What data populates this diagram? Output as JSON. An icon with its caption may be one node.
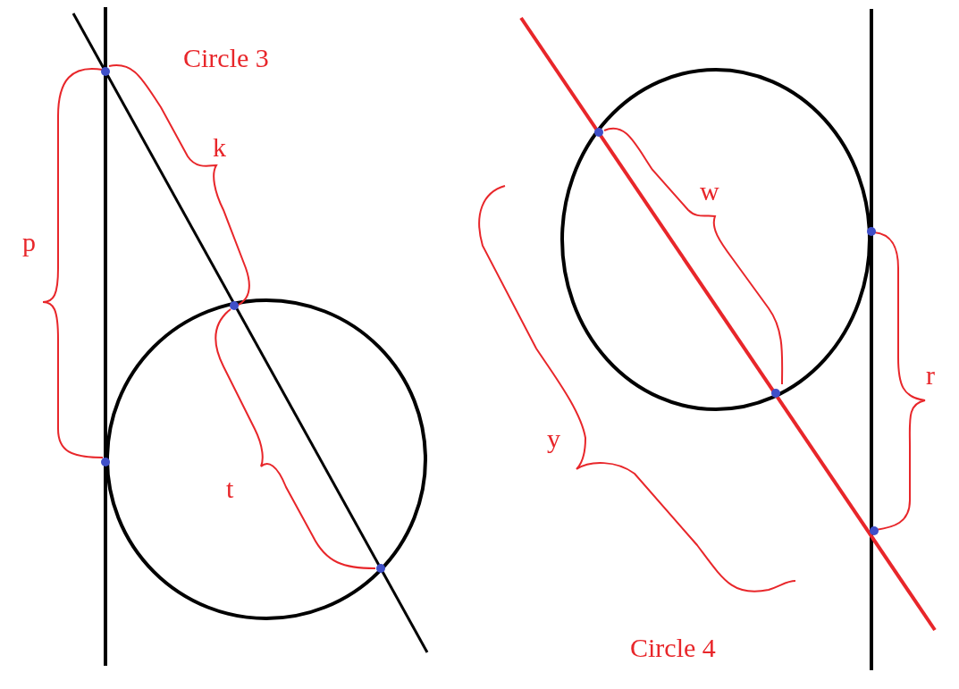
{
  "diagram": {
    "labels": [
      "Circle 3",
      "k",
      "p",
      "t",
      "w",
      "y",
      "r",
      "Circle 4"
    ]
  }
}
